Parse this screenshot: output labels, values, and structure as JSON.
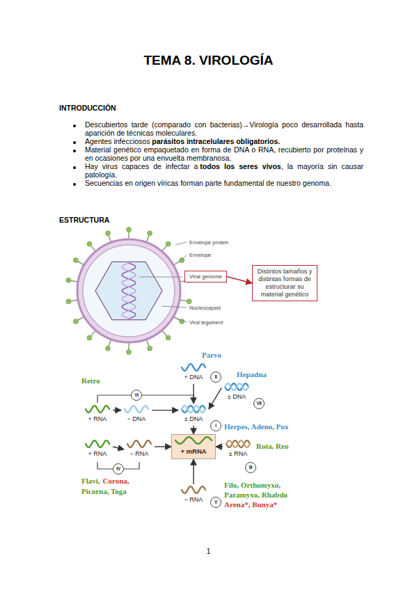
{
  "diagram": {
    "title": "TEMA 8. VIROLOGÍA",
    "nodes": [
      {
        "text": [
          "Viral genome"
        ]
      },
      {
        "text": [
          "Distintos tamaños y distintas formas de estructurar su material genético"
        ]
      },
      {
        "text": [
          "+ DNA"
        ]
      },
      {
        "text": [
          "II"
        ]
      },
      {
        "text": [
          "+ RNA"
        ]
      },
      {
        "text": [
          "− DNA"
        ]
      },
      {
        "text": [
          "VI"
        ]
      },
      {
        "text": [
          "± DNA"
        ]
      },
      {
        "text": [
          "VII"
        ]
      },
      {
        "text": [
          "± DNA"
        ]
      },
      {
        "text": [
          "I"
        ]
      },
      {
        "text": [
          "+ RNA"
        ]
      },
      {
        "text": [
          "− RNA"
        ]
      },
      {
        "text": [
          "+ mRNA"
        ]
      },
      {
        "text": [
          "± RNA"
        ]
      },
      {
        "text": [
          "IV"
        ]
      },
      {
        "text": [
          "III"
        ]
      },
      {
        "text": [
          "− RNA"
        ]
      },
      {
        "text": [
          "V"
        ]
      }
    ],
    "edges": [
      {
        "from": 0,
        "to": 1,
        "arrow": "to"
      },
      {
        "from": 2,
        "to": 9,
        "arrow": "to"
      },
      {
        "from": 4,
        "to": 5,
        "arrow": "to"
      },
      {
        "from": 5,
        "to": 9,
        "arrow": "to"
      },
      {
        "from": 7,
        "to": 9,
        "arrow": "to"
      },
      {
        "from": 9,
        "to": 13,
        "arrow": "to"
      },
      {
        "from": 11,
        "to": 12,
        "arrow": "to"
      },
      {
        "from": 12,
        "to": 13,
        "arrow": "to"
      },
      {
        "from": 14,
        "to": 13,
        "arrow": "to"
      },
      {
        "from": 17,
        "to": 13,
        "arrow": "to"
      }
    ],
    "labels": [
      "INTRODUCCIÓN",
      "Descubiertos tarde (comparado con bacterias)→Virología poco desarrollada hasta aparición de técnicas moleculares.",
      "Agentes infecciosos",
      "parásitos intracelulares obligatorios.",
      "Material genético empaquetado en forma de DNA o RNA, recubierto por proteínas y en ocasiones por una envuelta membranosa.",
      "Hay virus capaces de infectar a",
      "todos los seres vivos",
      ", la mayoría sin causar patología.",
      "Secuencias en origen víricas forman parte fundamental de nuestro genoma.",
      "ESTRUCTURA",
      "Envelope protein",
      "Envelope",
      "Nucleocapsid",
      "Viral tegument",
      "Parvo",
      "Retro",
      "Hepadna",
      "Herpes, Adeno, Pox",
      "Rota, Reo",
      "Flavi,",
      "Corona,",
      "Picorna, Toga",
      "Filo, Orthomyxo, Paramyxo, Rhabdo",
      "Arena*, Bunya*",
      "1"
    ]
  }
}
